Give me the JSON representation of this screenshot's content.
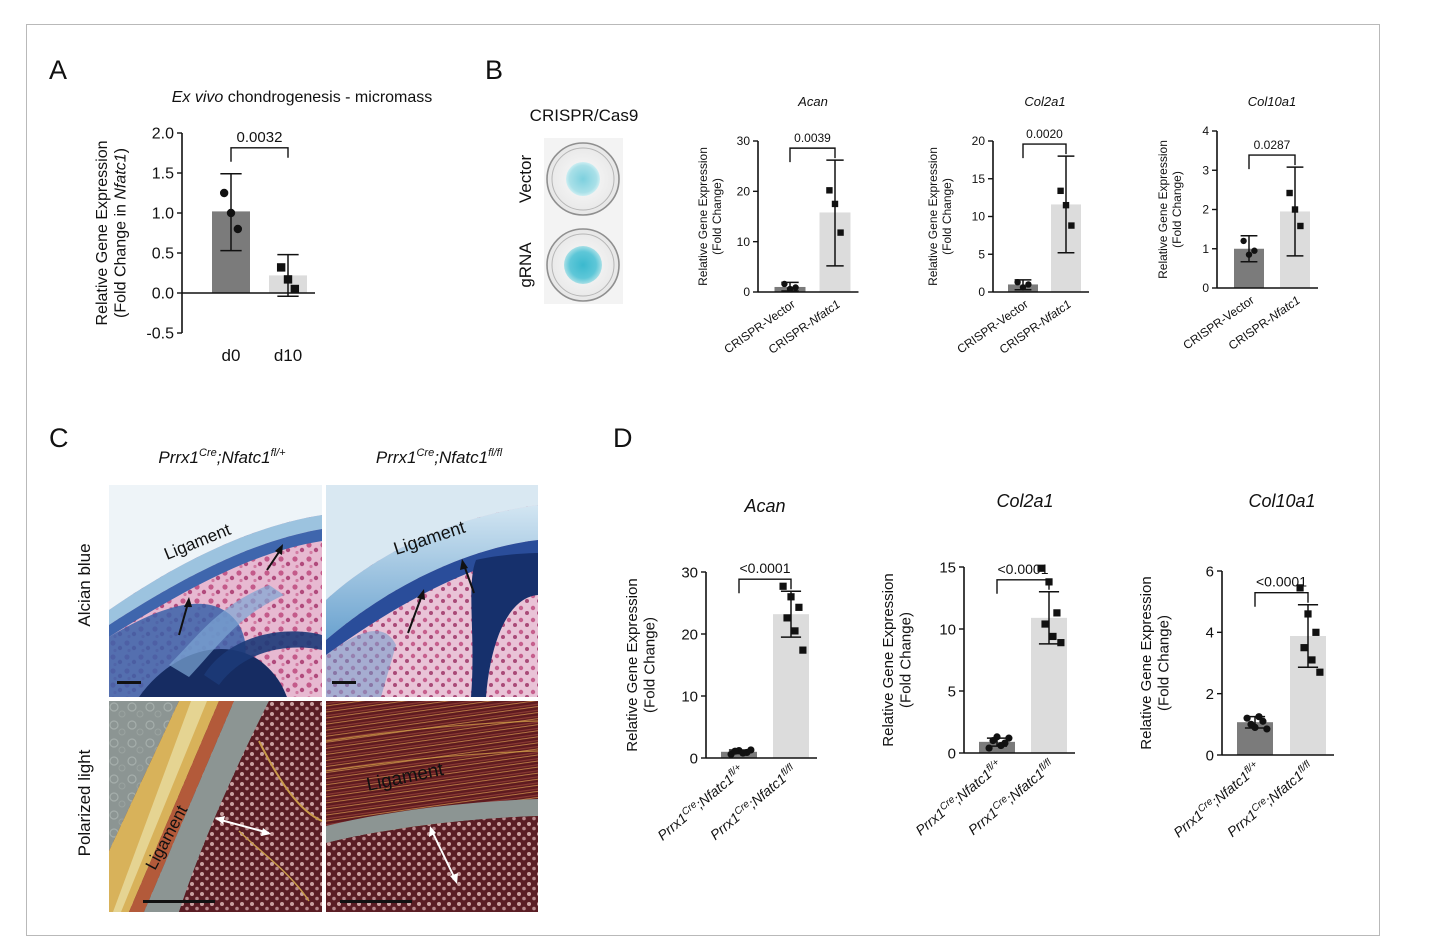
{
  "panel_letters": [
    "A",
    "B",
    "C",
    "D"
  ],
  "chart_data": [
    {
      "id": "A",
      "type": "bar",
      "title": "Ex vivo chondrogenesis - micromass",
      "title_italic": "Ex vivo",
      "title_rest": " chondrogenesis - micromass",
      "ylabel_line1": "Relative Gene Expression",
      "ylabel_line2_pre": "(Fold Change in ",
      "ylabel_line2_it": "Nfatc1",
      "ylabel_line2_post": ")",
      "categories": [
        "d0",
        "d10"
      ],
      "values": [
        1.02,
        0.22
      ],
      "error_high": [
        1.49,
        0.48
      ],
      "error_low": [
        0.53,
        -0.04
      ],
      "points": [
        [
          1.25,
          1.0,
          0.8
        ],
        [
          0.32,
          0.17,
          0.05
        ]
      ],
      "bar_colors": [
        "#7b7b7b",
        "#dcdcdc"
      ],
      "ylim": [
        -0.5,
        2.0
      ],
      "yticks": [
        -0.5,
        0.0,
        0.5,
        1.0,
        1.5,
        2.0
      ],
      "yticklabels": [
        "-0.5",
        "0.0",
        "0.5",
        "1.0",
        "1.5",
        "2.0"
      ],
      "significance": "0.0032",
      "grid": false
    },
    {
      "id": "B-Acan",
      "type": "bar",
      "title": "Acan",
      "ylabel_line1": "Relative Gene Expression",
      "ylabel_line2": "(Fold Change)",
      "categories": [
        "CRISPR-Vector",
        "CRISPR-Nfatc1"
      ],
      "category_parts": [
        [
          "CRISPR-Vector",
          ""
        ],
        [
          "CRISPR-",
          "Nfatc1"
        ]
      ],
      "values": [
        1.0,
        15.8
      ],
      "error_high": [
        1.9,
        26.2
      ],
      "error_low": [
        0.2,
        5.2
      ],
      "points": [
        [
          1.6,
          0.6,
          0.9
        ],
        [
          20.2,
          17.5,
          11.8
        ]
      ],
      "bar_colors": [
        "#7b7b7b",
        "#dcdcdc"
      ],
      "ylim": [
        0,
        30
      ],
      "yticks": [
        0,
        10,
        20,
        30
      ],
      "yticklabels": [
        "0",
        "10",
        "20",
        "30"
      ],
      "significance": "0.0039",
      "grid": false
    },
    {
      "id": "B-Col2a1",
      "type": "bar",
      "title": "Col2a1",
      "ylabel_line1": "Relative Gene Expression",
      "ylabel_line2": "(Fold Change)",
      "categories": [
        "CRISPR-Vector",
        "CRISPR-Nfatc1"
      ],
      "category_parts": [
        [
          "CRISPR-Vector",
          ""
        ],
        [
          "CRISPR-",
          "Nfatc1"
        ]
      ],
      "values": [
        1.0,
        11.6
      ],
      "error_high": [
        1.6,
        18.0
      ],
      "error_low": [
        0.3,
        5.2
      ],
      "points": [
        [
          1.3,
          0.6,
          1.0
        ],
        [
          13.4,
          11.5,
          8.8
        ]
      ],
      "bar_colors": [
        "#7b7b7b",
        "#dcdcdc"
      ],
      "ylim": [
        0,
        20
      ],
      "yticks": [
        0,
        5,
        10,
        15,
        20
      ],
      "yticklabels": [
        "0",
        "5",
        "10",
        "15",
        "20"
      ],
      "significance": "0.0020",
      "grid": false
    },
    {
      "id": "B-Col10a1",
      "type": "bar",
      "title": "Col10a1",
      "ylabel_line1": "Relative Gene Expression",
      "ylabel_line2": "(Fold Change)",
      "categories": [
        "CRISPR-Vector",
        "CRISPR-Nfatc1"
      ],
      "category_parts": [
        [
          "CRISPR-Vector",
          ""
        ],
        [
          "CRISPR-",
          "Nfatc1"
        ]
      ],
      "values": [
        1.0,
        1.95
      ],
      "error_high": [
        1.33,
        3.08
      ],
      "error_low": [
        0.67,
        0.82
      ],
      "points": [
        [
          1.2,
          0.85,
          0.95
        ],
        [
          2.42,
          2.0,
          1.58
        ]
      ],
      "bar_colors": [
        "#7b7b7b",
        "#dcdcdc"
      ],
      "ylim": [
        0,
        4
      ],
      "yticks": [
        0,
        1,
        2,
        3,
        4
      ],
      "yticklabels": [
        "0",
        "1",
        "2",
        "3",
        "4"
      ],
      "significance": "0.0287",
      "grid": false
    },
    {
      "id": "D-Acan",
      "type": "bar",
      "title": "Acan",
      "ylabel_line1": "Relative Gene Expression",
      "ylabel_line2": "(Fold Change)",
      "categories": [
        "Prrx1Cre;Nfatc1fl/+",
        "Prrx1Cre;Nfatc1fl/fl"
      ],
      "category_parts": [
        [
          "Prrx1",
          "Cre",
          ";Nfatc1",
          "fl/+"
        ],
        [
          "Prrx1",
          "Cre",
          ";Nfatc1",
          "fl/fl"
        ]
      ],
      "values": [
        1.0,
        23.2
      ],
      "error_high": [
        1.3,
        26.9
      ],
      "error_low": [
        0.7,
        19.5
      ],
      "points": [
        [
          0.6,
          1.2,
          0.9,
          1.1,
          0.8,
          1.3
        ],
        [
          27.7,
          26.0,
          24.3,
          22.6,
          20.5,
          17.4
        ]
      ],
      "bar_colors": [
        "#7b7b7b",
        "#dcdcdc"
      ],
      "ylim": [
        0,
        30
      ],
      "yticks": [
        0,
        10,
        20,
        30
      ],
      "yticklabels": [
        "0",
        "10",
        "20",
        "30"
      ],
      "significance": "<0.0001",
      "grid": false
    },
    {
      "id": "D-Col2a1",
      "type": "bar",
      "title": "Col2a1",
      "ylabel_line1": "Relative Gene Expression",
      "ylabel_line2": "(Fold Change)",
      "categories": [
        "Prrx1Cre;Nfatc1fl/+",
        "Prrx1Cre;Nfatc1fl/fl"
      ],
      "category_parts": [
        [
          "Prrx1",
          "Cre",
          ";Nfatc1",
          "fl/+"
        ],
        [
          "Prrx1",
          "Cre",
          ";Nfatc1",
          "fl/fl"
        ]
      ],
      "values": [
        0.9,
        10.9
      ],
      "error_high": [
        1.2,
        13.0
      ],
      "error_low": [
        0.55,
        8.8
      ],
      "points": [
        [
          0.4,
          1.3,
          0.8,
          1.0,
          0.6,
          1.2
        ],
        [
          14.9,
          13.8,
          11.3,
          10.4,
          9.4,
          8.9
        ]
      ],
      "bar_colors": [
        "#7b7b7b",
        "#dcdcdc"
      ],
      "ylim": [
        0,
        15
      ],
      "yticks": [
        0,
        5,
        10,
        15
      ],
      "yticklabels": [
        "0",
        "5",
        "10",
        "15"
      ],
      "significance": "<0.0001",
      "grid": false
    },
    {
      "id": "D-Col10a1",
      "type": "bar",
      "title": "Col10a1",
      "ylabel_line1": "Relative Gene Expression",
      "ylabel_line2": "(Fold Change)",
      "categories": [
        "Prrx1Cre;Nfatc1fl/+",
        "Prrx1Cre;Nfatc1fl/fl"
      ],
      "category_parts": [
        [
          "Prrx1",
          "Cre",
          ";Nfatc1",
          "fl/+"
        ],
        [
          "Prrx1",
          "Cre",
          ";Nfatc1",
          "fl/fl"
        ]
      ],
      "values": [
        1.07,
        3.88
      ],
      "error_high": [
        1.25,
        4.9
      ],
      "error_low": [
        0.88,
        2.86
      ],
      "points": [
        [
          1.2,
          0.9,
          1.1,
          1.0,
          1.25,
          0.85
        ],
        [
          5.45,
          4.6,
          4.0,
          3.5,
          3.1,
          2.7
        ]
      ],
      "bar_colors": [
        "#7b7b7b",
        "#dcdcdc"
      ],
      "ylim": [
        0,
        6
      ],
      "yticks": [
        0,
        2,
        4,
        6
      ],
      "yticklabels": [
        "0",
        "2",
        "4",
        "6"
      ],
      "significance": "<0.0001",
      "grid": false
    }
  ],
  "panel_B_images": {
    "title": "CRISPR/Cas9",
    "row_labels": [
      "Vector",
      "gRNA"
    ],
    "stain_color": "#39b7cc"
  },
  "panel_C_images": {
    "column_labels": [
      [
        "Prrx1",
        "Cre",
        ";Nfatc1",
        "fl/+"
      ],
      [
        "Prrx1",
        "Cre",
        ";Nfatc1",
        "fl/fl"
      ]
    ],
    "row_labels": [
      "Alcian blue",
      "Polarized light"
    ],
    "tile_labels": [
      "Ligament",
      "Ligament",
      "Ligament",
      "Ligament"
    ],
    "stain_colors": {
      "alcian_blue": "#2a4d9a",
      "cartilage_dark": "#142a5e",
      "marrow_pink": "#c45a8a",
      "polarized_red": "#5a1a1e",
      "polarized_gold": "#d8a84a"
    }
  }
}
